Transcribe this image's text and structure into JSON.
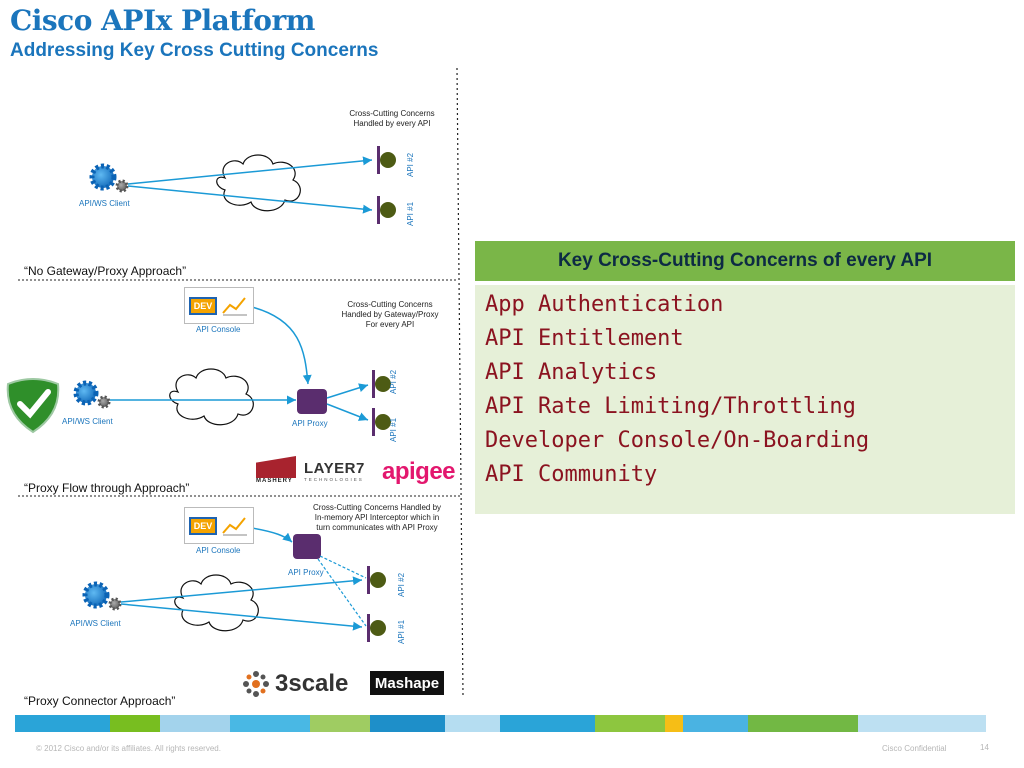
{
  "header": {
    "title": "Cisco APIx Platform",
    "subtitle": "Addressing Key Cross Cutting Concerns"
  },
  "approaches": {
    "no_gateway": {
      "label": "“No Gateway/Proxy Approach”",
      "note": [
        "Cross-Cutting Concerns",
        "Handled by every API"
      ],
      "client": "API/WS Client",
      "api2": "API #2",
      "api1": "API #1"
    },
    "proxy_flow": {
      "label": "“Proxy Flow through Approach”",
      "note": [
        "Cross-Cutting Concerns",
        "Handled by Gateway/Proxy",
        "For every API"
      ],
      "client": "API/WS Client",
      "console": "API Console",
      "dev": "DEV",
      "proxy": "API Proxy",
      "api2": "API #2",
      "api1": "API #1",
      "vendors": [
        "MASHERY",
        "LAYER7",
        "TECHNOLOGIES",
        "apigee"
      ]
    },
    "proxy_connector": {
      "label": "“Proxy Connector Approach”",
      "note": [
        "Cross-Cutting Concerns Handled by",
        "In-memory API Interceptor which in",
        "turn communicates with API Proxy"
      ],
      "client": "API/WS Client",
      "console": "API Console",
      "dev": "DEV",
      "proxy": "API Proxy",
      "api2": "API #2",
      "api1": "API #1",
      "vendors": [
        "3scale",
        "Mashape"
      ]
    }
  },
  "concerns": {
    "heading": "Key Cross-Cutting Concerns of every API",
    "items": [
      "App Authentication",
      "API Entitlement",
      "API Analytics",
      "API Rate Limiting/Throttling",
      "Developer Console/On-Boarding",
      "API Community"
    ]
  },
  "footer": {
    "copyright": "© 2012 Cisco and/or its affiliates. All rights reserved.",
    "confidential": "Cisco Confidential",
    "page": "14"
  },
  "colors": {
    "brand_blue": "#1b75bc",
    "api_node": "#4d5b14",
    "proxy": "#5a2d6e",
    "concern_green": "#7ab648",
    "concern_bg": "#e6f0d8",
    "concern_text": "#8b1320"
  }
}
